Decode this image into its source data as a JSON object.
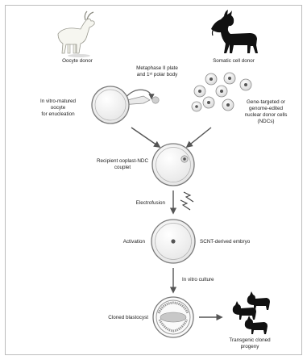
{
  "labels": {
    "oocyte_donor": "Oocyte donor",
    "somatic_cell_donor": "Somatic cell donor",
    "metaphase_line1": "Metaphase II plate",
    "metaphase_line2": "and 1ˢᵗ polar body",
    "in_vitro_line1": "In vitro-matured",
    "in_vitro_line2": "oocyte",
    "in_vitro_line3": "for enucleation",
    "gene_line1": "Gene-targeted or",
    "gene_line2": "genome-edited",
    "gene_line3": "nuclear donor cells",
    "gene_line4": "(NDCs)",
    "couplet_line1": "Recipient ooplast-NDC",
    "couplet_line2": "couplet",
    "electrofusion": "Electrofusion",
    "activation": "Activation",
    "scnt_embryo": "SCNT-derived embryo",
    "in_vitro_culture": "In vitro culture",
    "cloned_blastocyst": "Cloned blastocyst",
    "transgenic_line1": "Transgenic cloned",
    "transgenic_line2": "progeny"
  },
  "icons": {
    "oocyte_donor_goat": "white-goat-icon",
    "somatic_donor_goat": "black-goat-icon",
    "progeny_goats": "black-goat-kids-icon",
    "electric_pulse": "lightning-bolt-icon"
  },
  "colors": {
    "cell_outline": "#777777",
    "cell_fill": "#f2f2f2",
    "nucleus": "#6a6a6a",
    "arrow": "#555555",
    "goat_black": "#111111"
  }
}
